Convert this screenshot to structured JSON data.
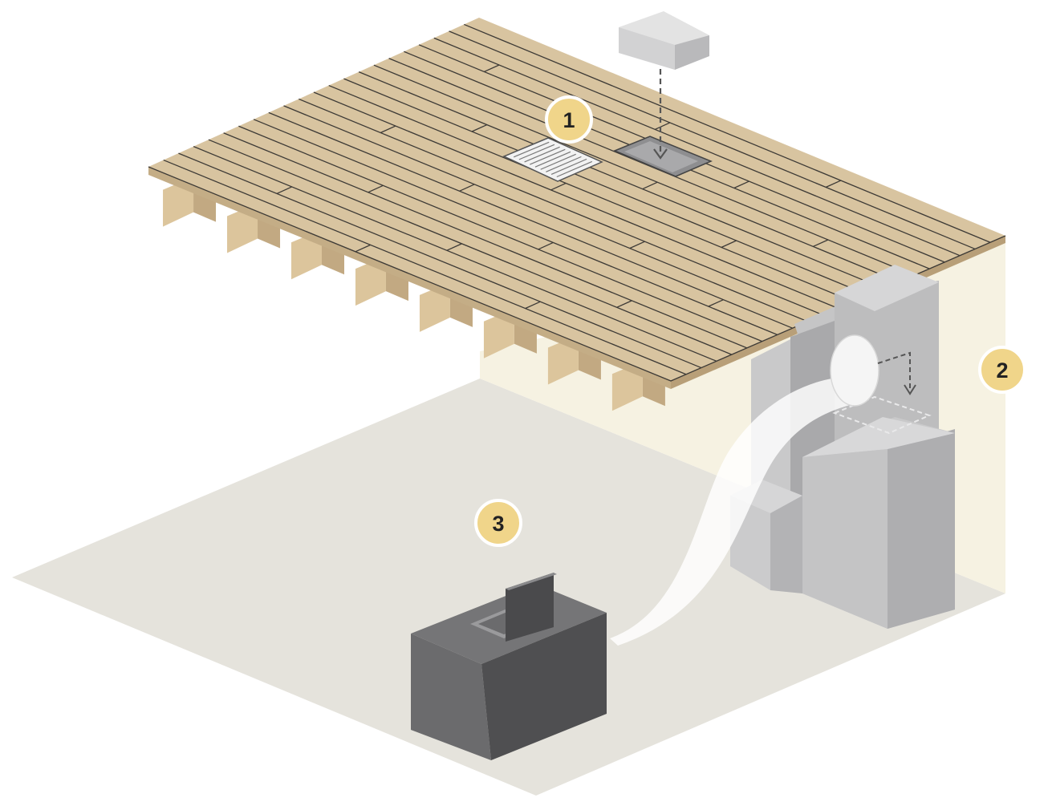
{
  "callouts": [
    {
      "id": "floor-register",
      "label": "1"
    },
    {
      "id": "basement-wall",
      "label": "2"
    },
    {
      "id": "basement-floor",
      "label": "3"
    }
  ],
  "colors": {
    "wood_top": "#d8c4a0",
    "wood_edge": "#c4ad86",
    "joist_face": "#dcc59c",
    "joist_side": "#c2a982",
    "plank_line": "#3d3a36",
    "wall": "#f6f2e2",
    "floor": "#e5e3dc",
    "duct": "#ffffff",
    "furnace_front": "#c9c9ca",
    "furnace_side": "#aeaeb0",
    "furnace_top": "#dcdcdd",
    "unit_front": "#6b6b6d",
    "unit_side": "#4f4f51",
    "unit_top": "#757577",
    "badge_fill": "#f0d58a",
    "badge_stroke": "#ffffff",
    "badge_text": "#222222",
    "dashed_arrow": "#555555"
  }
}
